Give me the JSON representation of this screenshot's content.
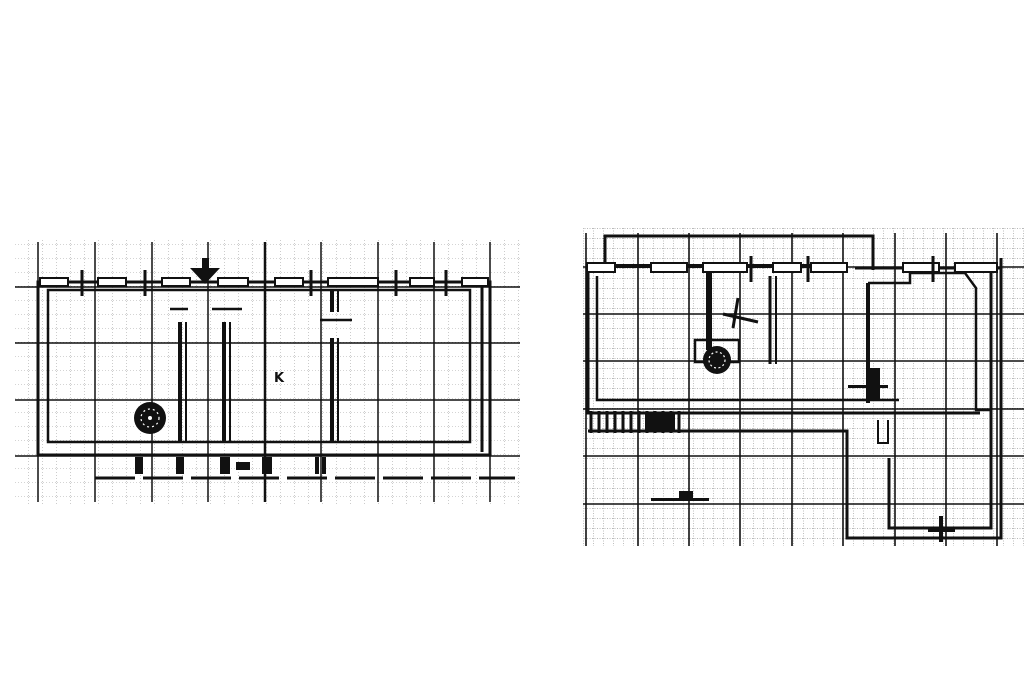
{
  "page": {
    "background": "#ffffff",
    "ink_color": "#111111"
  },
  "plans": [
    {
      "id": "left",
      "title": "",
      "room_labels": [
        {
          "text": "K"
        }
      ],
      "grid": {
        "major_spacing": 56,
        "minor": "dotted"
      },
      "symbols": [
        "entrance-arrow",
        "stove",
        "door-openings",
        "windows",
        "stair-marks"
      ]
    },
    {
      "id": "right",
      "title": "",
      "room_labels": [],
      "grid": {
        "major_spacing": 51,
        "minor": "dotted"
      },
      "symbols": [
        "stove",
        "chimney-stack",
        "stair-treads",
        "windows",
        "door-openings",
        "north-cross"
      ]
    }
  ],
  "diagram_data": {
    "type": "architectural-floor-plans",
    "count": 2,
    "text_labels": [
      "K"
    ]
  }
}
